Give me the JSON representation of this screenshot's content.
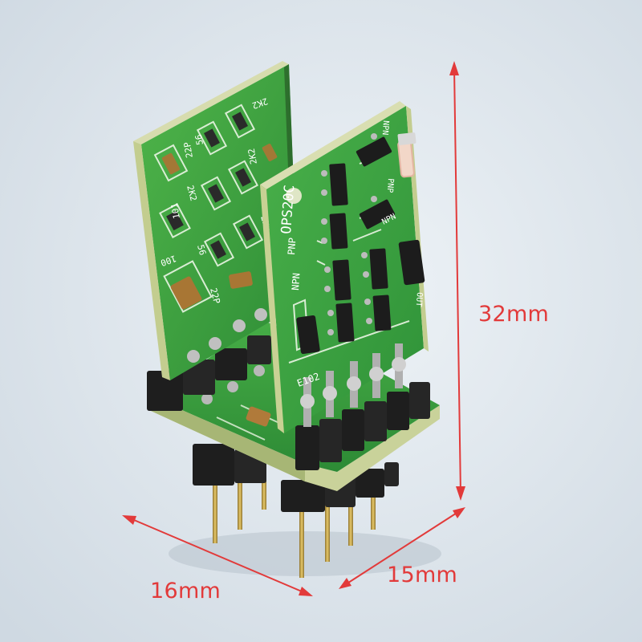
{
  "dimensions": {
    "height_label": "32mm",
    "width_label": "16mm",
    "depth_label": "15mm",
    "color": "#e23a3a"
  },
  "front_board": {
    "marking_model": "OPS20C",
    "marking_pnp": "PNP",
    "marking_npn": "NPN",
    "marking_npn_top": "NPN",
    "marking_pnp_right": "PNP",
    "marking_npn_right": "NPN",
    "marking_ref": "E102",
    "marking_side": "OUT"
  },
  "back_board": {
    "marking_22p_top": "22P",
    "marking_56_top": "56",
    "marking_2k2_top": "2K2",
    "marking_2k2_mid_left": "2K2",
    "marking_2k2_mid_right": "2K2",
    "marking_100": "100",
    "marking_56_bottom": "56",
    "marking_22p_bottom": "22P",
    "marking_2k2_right": "2K2",
    "marking_101": "101"
  },
  "colors": {
    "background": "#dfe7ee",
    "pcb_green": "#3aa33f",
    "pcb_edge": "#b9c98a",
    "header_black": "#1e1e1e",
    "pin_gold": "#c9a64a"
  }
}
